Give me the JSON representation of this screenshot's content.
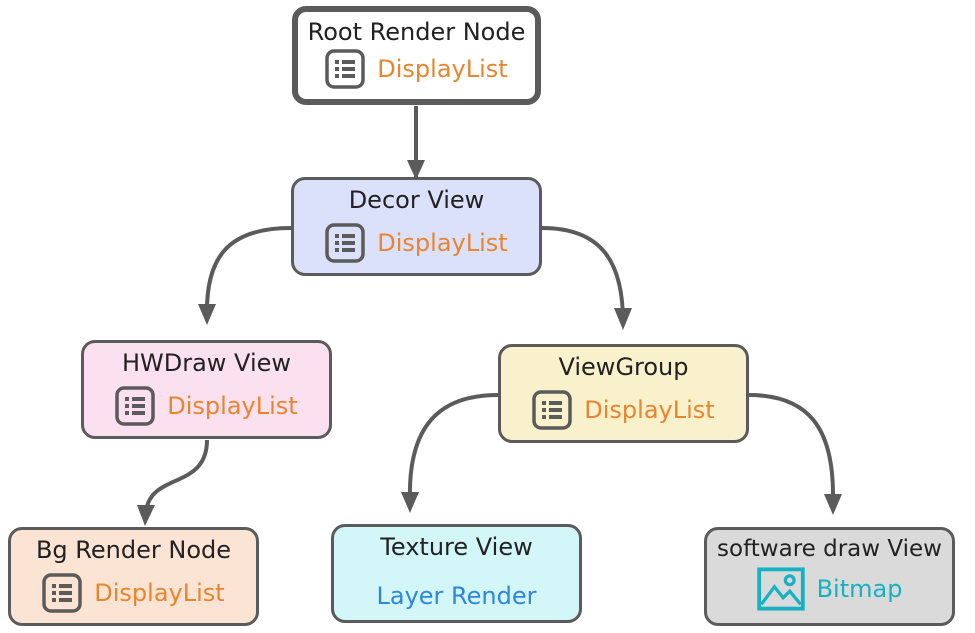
{
  "colors": {
    "stroke": "#5b5b5b",
    "displaylist_text": "#e8852e",
    "layer_render_text": "#2e86de",
    "bitmap_text": "#17b1c4"
  },
  "nodes": {
    "root": {
      "title": "Root Render Node",
      "label": "DisplayList",
      "icon": "list-icon"
    },
    "decor": {
      "title": "Decor View",
      "label": "DisplayList",
      "icon": "list-icon"
    },
    "hwdraw": {
      "title": "HWDraw View",
      "label": "DisplayList",
      "icon": "list-icon"
    },
    "viewgroup": {
      "title": "ViewGroup",
      "label": "DisplayList",
      "icon": "list-icon"
    },
    "bgnode": {
      "title": "Bg Render Node",
      "label": "DisplayList",
      "icon": "list-icon"
    },
    "texture": {
      "title": "Texture View",
      "label": "Layer Render"
    },
    "software": {
      "title": "software draw View",
      "label": "Bitmap",
      "icon": "image-icon"
    }
  },
  "edges": [
    {
      "from": "root",
      "to": "decor"
    },
    {
      "from": "decor",
      "to": "hwdraw"
    },
    {
      "from": "decor",
      "to": "viewgroup"
    },
    {
      "from": "hwdraw",
      "to": "bgnode"
    },
    {
      "from": "viewgroup",
      "to": "texture"
    },
    {
      "from": "viewgroup",
      "to": "software"
    }
  ]
}
